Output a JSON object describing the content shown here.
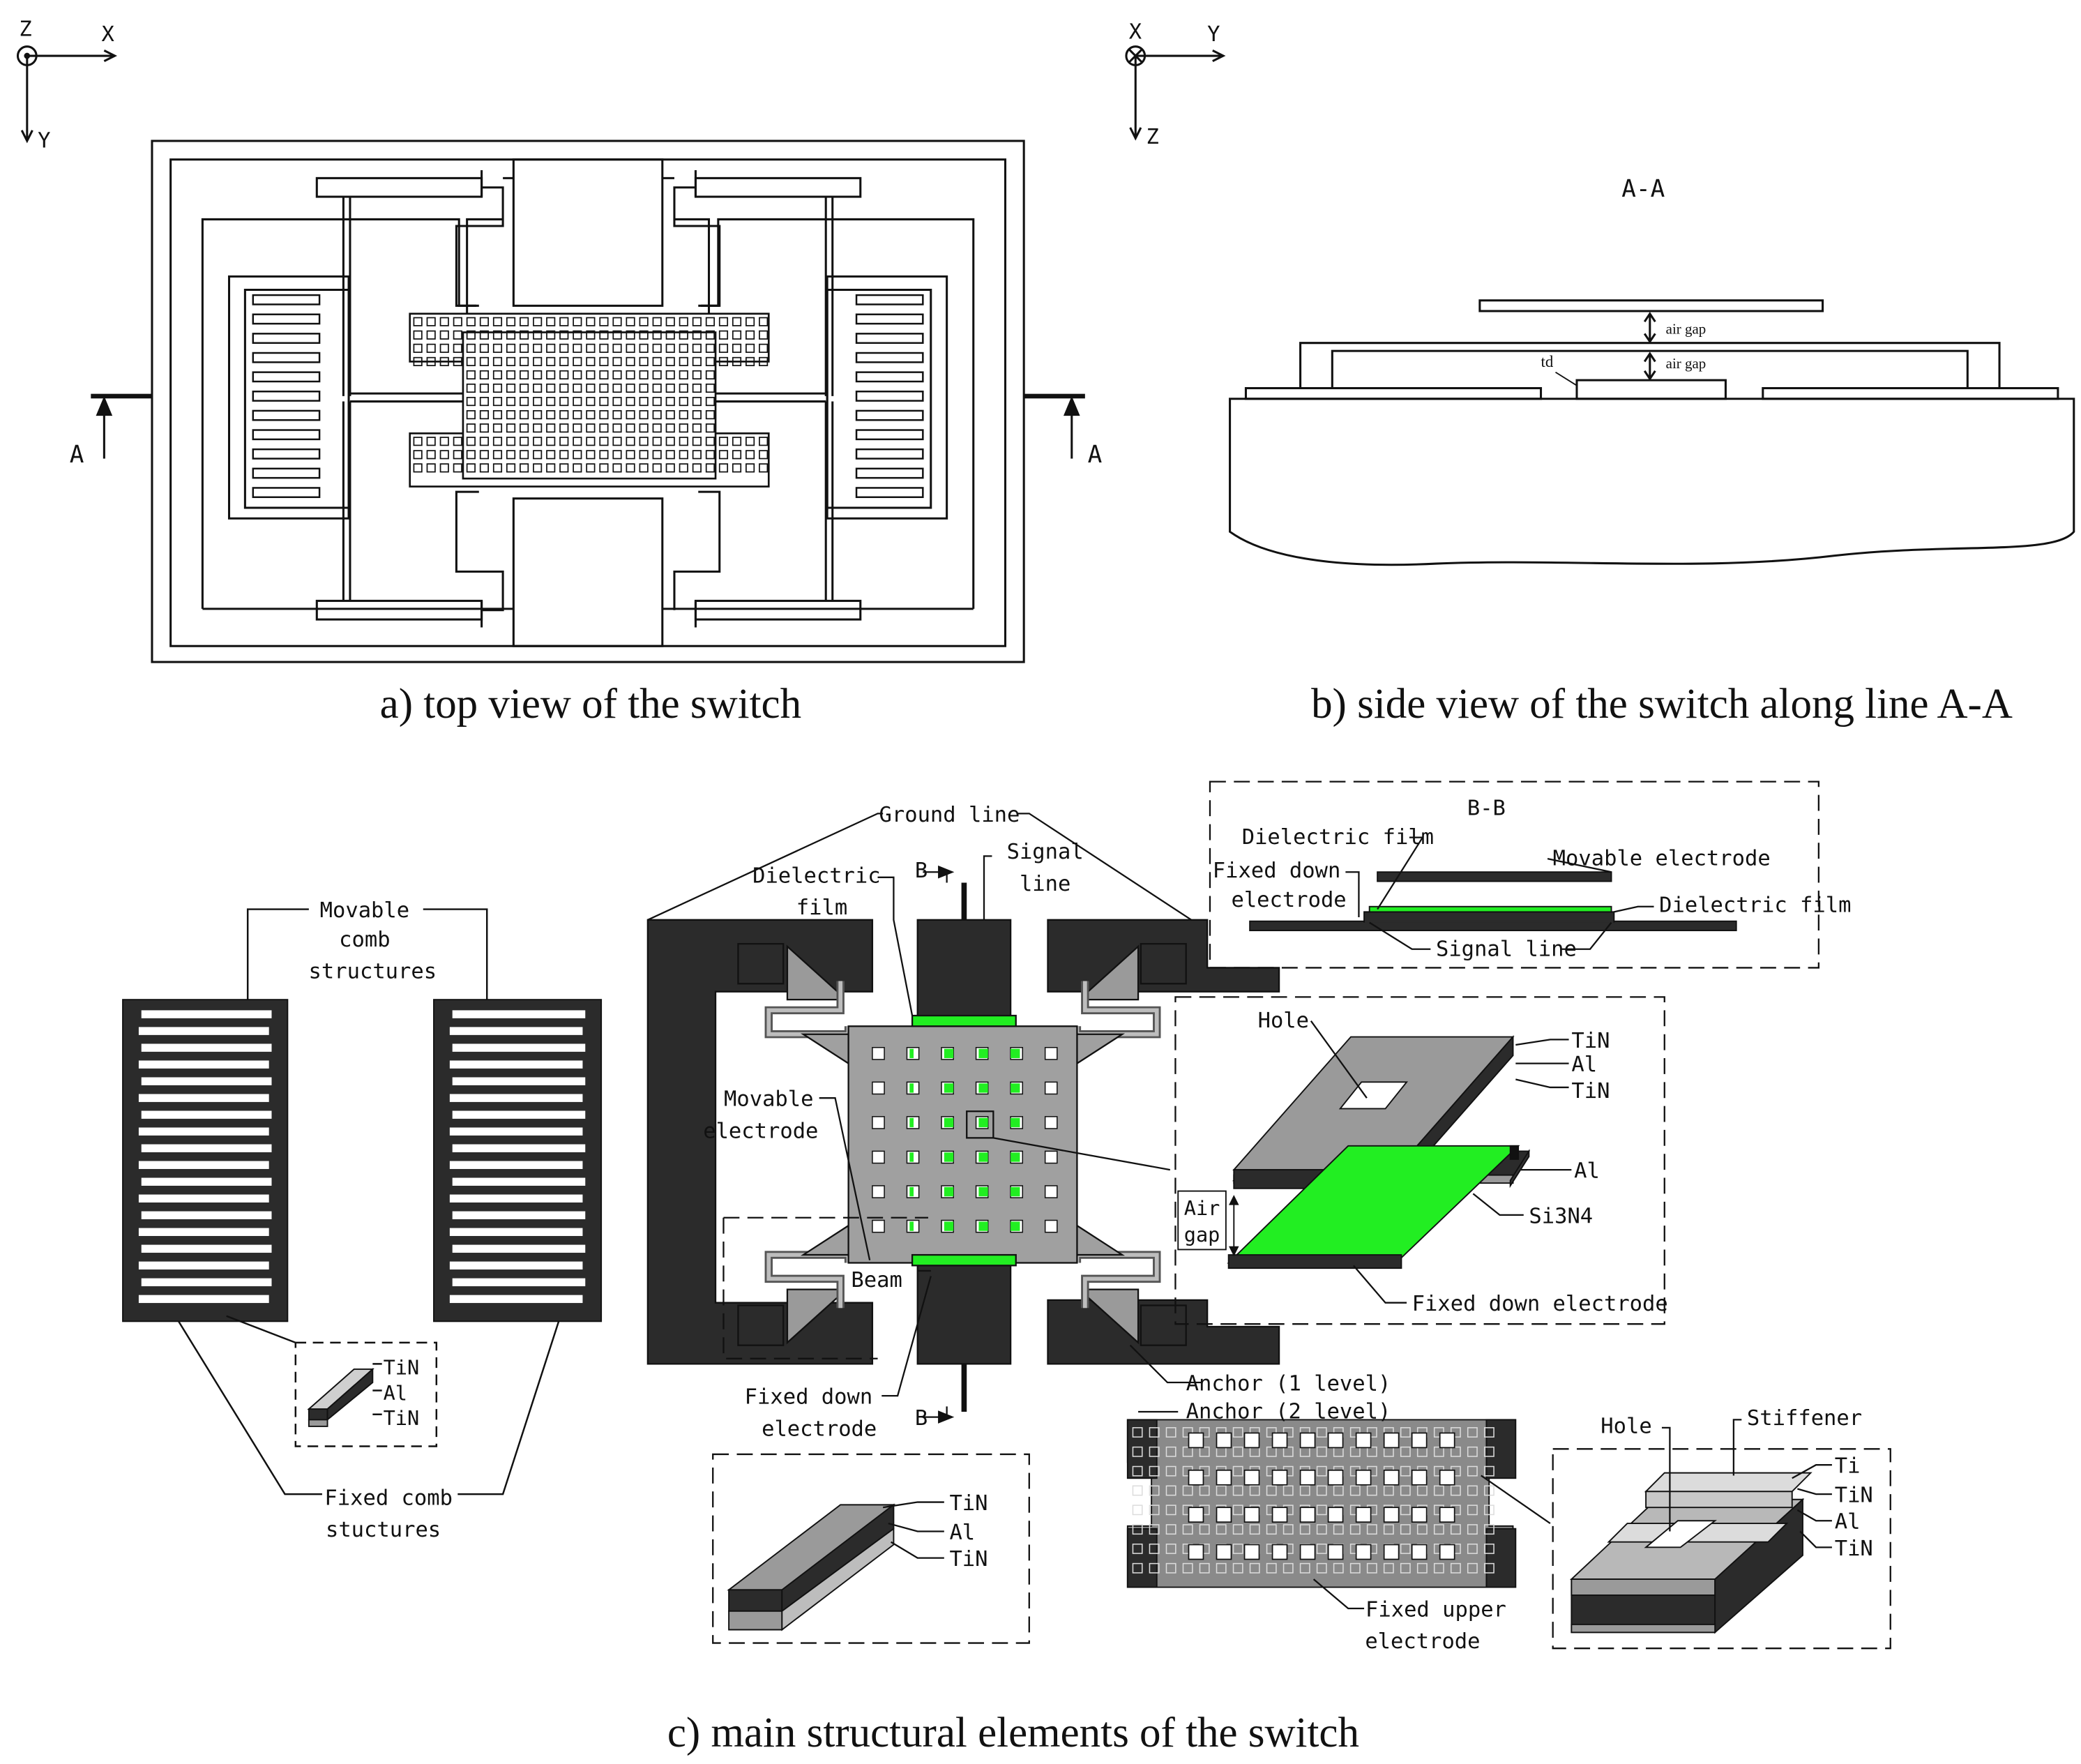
{
  "axes": {
    "top_view": {
      "z": "Z",
      "x": "X",
      "y": "Y"
    },
    "side_view": {
      "x": "X",
      "y": "Y",
      "z": "Z"
    }
  },
  "panel_a": {
    "caption": "a) top view of the switch",
    "section_mark": "A"
  },
  "panel_b": {
    "caption": "b) side view of the switch along line A-A",
    "section_title": "A-A",
    "air_gap_label": "air gap",
    "td_label": "td"
  },
  "panel_c": {
    "caption": "c) main structural elements of the switch",
    "movable_comb": [
      "Movable",
      "comb",
      "structures"
    ],
    "fixed_comb": [
      "Fixed comb",
      "stuctures"
    ],
    "comb_layers": [
      "TiN",
      "Al",
      "TiN"
    ],
    "ground_line": "Ground line",
    "signal_line": [
      "Signal",
      "line"
    ],
    "dielectric_film": [
      "Dielectric",
      "film"
    ],
    "movable_electrode": [
      "Movable",
      "electrode"
    ],
    "beam": "Beam",
    "fixed_down_electrode": [
      "Fixed down",
      "electrode"
    ],
    "section_b": "B",
    "anchor_1": "Anchor (1 level)",
    "anchor_2": "Anchor (2 level)",
    "fixed_upper_electrode": [
      "Fixed upper",
      "electrode"
    ],
    "beam_layers": [
      "TiN",
      "Al",
      "TiN"
    ],
    "bb": {
      "title": "B-B",
      "dielectric_film": "Dielectric film",
      "movable_electrode": "Movable electrode",
      "fixed_down_electrode": [
        "Fixed down",
        "electrode"
      ],
      "dielectric_film_right": "Dielectric film",
      "signal_line": "Signal line"
    },
    "hole_detail": {
      "hole": "Hole",
      "layers": [
        "TiN",
        "Al",
        "TiN"
      ],
      "al": "Al",
      "si3n4": "Si3N4",
      "air_gap": [
        "Air",
        "gap"
      ],
      "fixed_down_electrode": "Fixed down electrode"
    },
    "stiffener_detail": {
      "hole": "Hole",
      "stiffener": "Stiffener",
      "layers": [
        "Ti",
        "TiN",
        "Al",
        "TiN"
      ]
    }
  },
  "colors": {
    "dark": "#2b2b2b",
    "mid_gray": "#8c8c8c",
    "light_gray": "#c4c4c4",
    "green": "#22ee22"
  }
}
